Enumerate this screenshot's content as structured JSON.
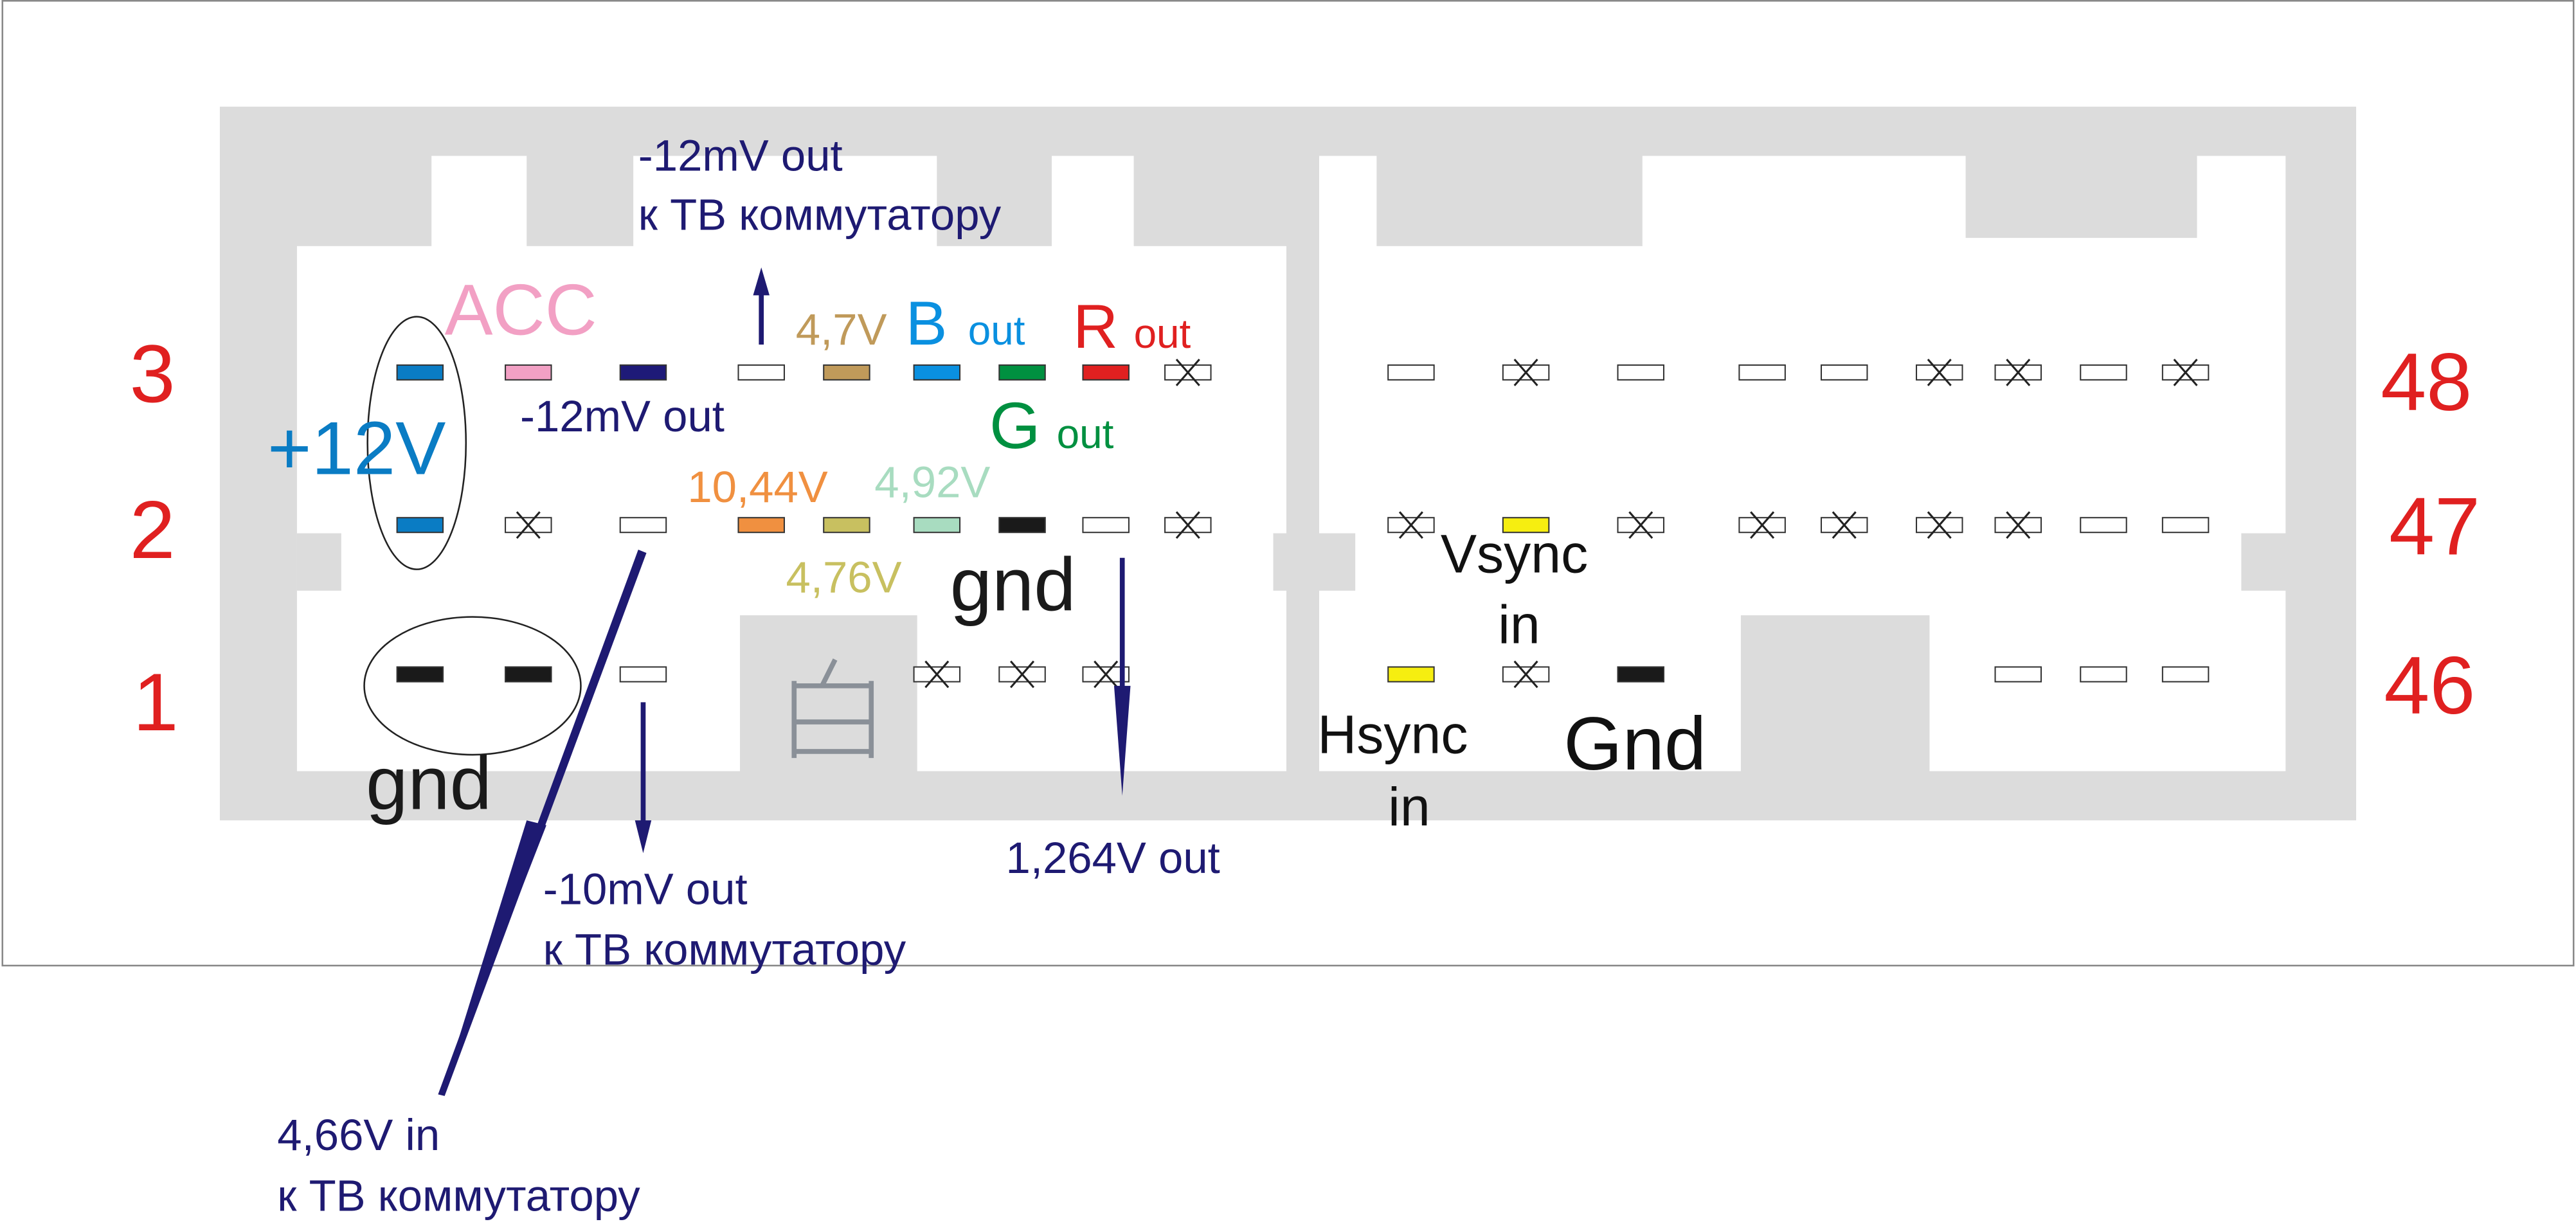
{
  "colors": {
    "navy": "#1e1a72",
    "red": "#e02020",
    "housing": "#dcdcdc",
    "pin_blue": "#0a7cc4",
    "pin_pink": "#f2a0c4",
    "pin_navy": "#1e1a78",
    "pin_tan": "#c09a5a",
    "pin_sky": "#0a90e0",
    "pin_green": "#009040",
    "pin_red": "#e02020",
    "pin_orange": "#f09040",
    "pin_olive": "#c8c060",
    "pin_mint": "#a8dcc0",
    "pin_black": "#1a1a1a",
    "pin_yellow": "#f6ee10"
  },
  "row_numbers": {
    "left": [
      "3",
      "2",
      "1"
    ],
    "right": [
      "48",
      "47",
      "46"
    ]
  },
  "labels": {
    "top_out": "-12mV out",
    "top_out_sub": "к ТВ коммутатору",
    "acc": "ACC",
    "v47": "4,7V",
    "b": "B",
    "b_out": "out",
    "r": "R",
    "r_out": "out",
    "mid_out": "-12mV out",
    "plus12": "+12V",
    "g": "G",
    "g_out": "out",
    "v1044": "10,44V",
    "v492": "4,92V",
    "v476": "4,76V",
    "gnd_mid": "gnd",
    "gnd_left": "gnd",
    "low_out": "-10mV out",
    "low_out_sub": "к ТВ коммутатору",
    "v1264": "1,264V out",
    "in466": "4,66V in",
    "in466_sub": "к ТВ коммутатору",
    "vsync": "Vsync",
    "vsync_in": "in",
    "hsync": "Hsync",
    "hsync_in": "in",
    "gnd_right": "Gnd"
  },
  "pins": {
    "left_row3": [
      "pin_blue",
      "pin_pink",
      "pin_navy",
      "empty",
      "pin_tan",
      "pin_sky",
      "pin_green",
      "pin_red",
      "x"
    ],
    "left_row2": [
      "pin_blue",
      "x",
      "empty",
      "pin_orange",
      "pin_olive",
      "pin_mint",
      "pin_black",
      "empty",
      "x"
    ],
    "left_row1": [
      "pin_black",
      "pin_black",
      "empty",
      "none",
      "none",
      "x",
      "x",
      "x",
      "none"
    ],
    "right_row3": [
      "empty",
      "x",
      "empty",
      "empty",
      "empty",
      "x",
      "x",
      "empty",
      "x"
    ],
    "right_row2": [
      "x",
      "pin_yellow",
      "x",
      "x",
      "x",
      "x",
      "x",
      "empty",
      "empty"
    ],
    "right_row1": [
      "pin_yellow",
      "x",
      "pin_black",
      "none",
      "none",
      "none",
      "empty",
      "empty",
      "empty"
    ]
  }
}
